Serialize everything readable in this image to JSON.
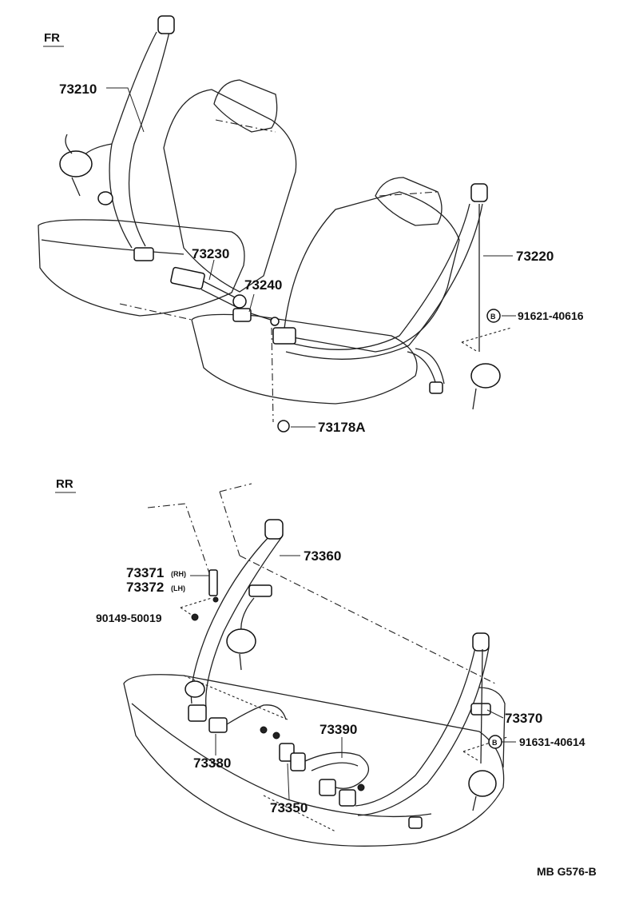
{
  "sections": {
    "front": "FR",
    "rear": "RR"
  },
  "parts": {
    "p73210": "73210",
    "p73230": "73230",
    "p73240": "73240",
    "p73220": "73220",
    "p91621": "91621-40616",
    "p73178a": "73178A",
    "p73360": "73360",
    "p73371": "73371",
    "p73371_side": "(RH)",
    "p73372": "73372",
    "p73372_side": "(LH)",
    "p90149": "90149-50019",
    "p73370": "73370",
    "p91631": "91631-40614",
    "p73390": "73390",
    "p73380": "73380",
    "p73350": "73350"
  },
  "markers": {
    "b1": "B",
    "b2": "B"
  },
  "figure_code": "MB G576-B"
}
